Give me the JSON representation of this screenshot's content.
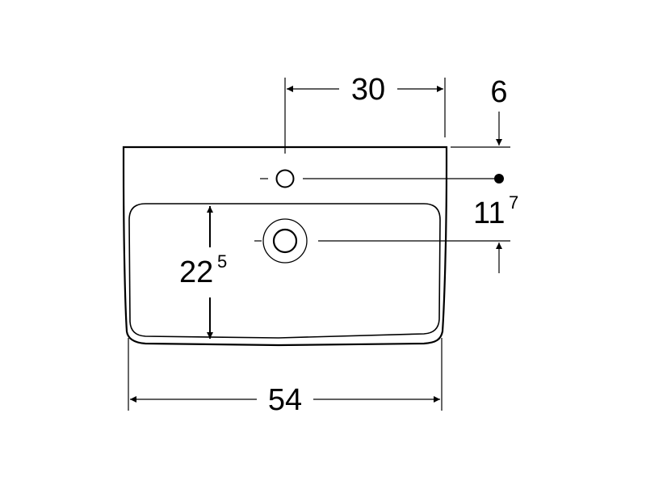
{
  "diagram": {
    "subject": "washbasin technical drawing, top view",
    "line_color": "#000000",
    "background": "#ffffff",
    "dimensions": {
      "tap_hole_offset": {
        "value": "30"
      },
      "rim_height_offset": {
        "value": "6"
      },
      "hole_to_drain_distance": {
        "value": "11",
        "sup": "7"
      },
      "bowl_depth": {
        "value": "22",
        "sup": "5"
      },
      "overall_width": {
        "value": "54"
      }
    }
  }
}
